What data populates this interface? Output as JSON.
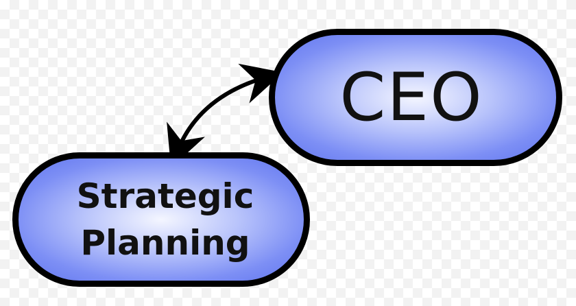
{
  "nodes": {
    "ceo": {
      "label": "CEO"
    },
    "strategic_planning": {
      "line1": "Strategic",
      "line2": "Planning"
    }
  },
  "connector": {
    "type": "bidirectional-arrow",
    "from": "CEO",
    "to": "Strategic Planning"
  },
  "colors": {
    "node_fill_center": "#f4f6ff",
    "node_fill_edge": "#5f74ee",
    "node_border": "#000000",
    "text": "#111111",
    "arrow": "#000000"
  }
}
